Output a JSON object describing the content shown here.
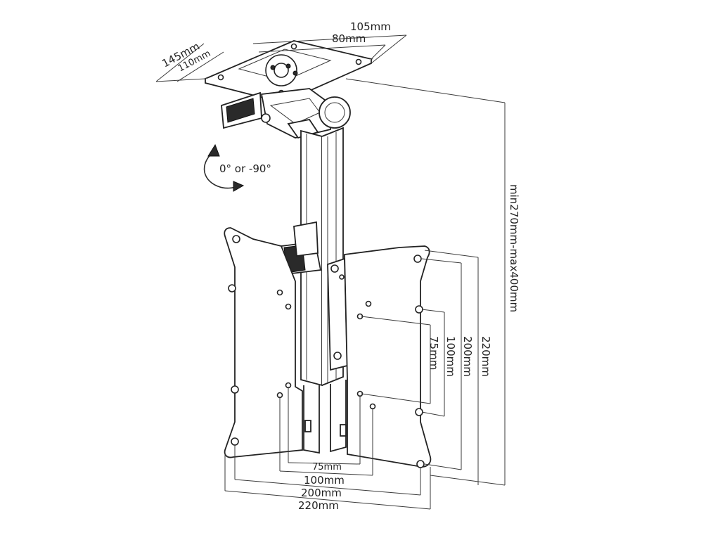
{
  "dimensions": {
    "top_plate_length": "105mm",
    "top_plate_length_holes": "80mm",
    "top_plate_width": "145mm",
    "top_plate_width_holes": "110mm",
    "rotation": "0° or -90°",
    "height_range": "min270mm-max400mm",
    "vertical": [
      "75mm",
      "100mm",
      "200mm",
      "220mm"
    ],
    "horizontal": [
      "75mm",
      "100mm",
      "200mm",
      "220mm"
    ]
  },
  "colors": {
    "line": "#2b2b2b",
    "background": "#ffffff"
  }
}
